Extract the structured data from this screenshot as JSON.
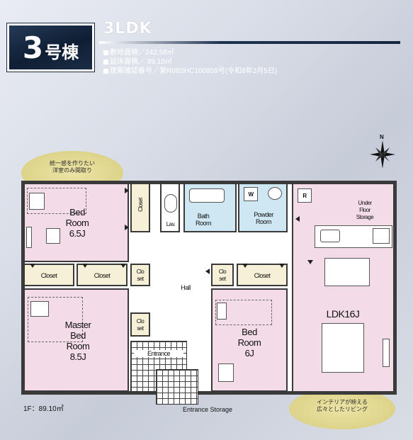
{
  "header": {
    "unit_number": "3",
    "unit_suffix": "号棟",
    "layout_type": "3LDK",
    "specs": [
      "敷地面積／242.58㎡",
      "延床面積／ 89.10㎡",
      "建築確認番号／第R08SHC100859号(令和8年3月5日)"
    ]
  },
  "compass": {
    "label": "N"
  },
  "callouts": {
    "top": [
      "統一感を作りたい",
      "洋室のみ間取り"
    ],
    "bottom": [
      "インテリアが映える",
      "広々としたリビング"
    ]
  },
  "rooms": {
    "bed1": [
      "Bed",
      "Room",
      "6.5J"
    ],
    "closet_top": "Closet",
    "lav": "Lav.",
    "bath": [
      "Bath",
      "Room"
    ],
    "powder": [
      "Powder",
      "Room"
    ],
    "w_mark": "W",
    "r_mark": "R",
    "under_floor": [
      "Under",
      "Floor",
      "Storage"
    ],
    "closet_left1": "Closet",
    "closet_left2": "Closet",
    "clo_set1": [
      "Clo",
      "set"
    ],
    "clo_set2": [
      "Clo",
      "set"
    ],
    "clo_set3": [
      "Clo",
      "set"
    ],
    "closet_right": "Closet",
    "hall": "Hall",
    "master": [
      "Master",
      "Bed",
      "Room",
      "8.5J"
    ],
    "bed2": [
      "Bed",
      "Room",
      "6J"
    ],
    "entrance": "Entrance",
    "ldk": "LDK16J"
  },
  "footer": {
    "floor_area": "1F：89.10㎡",
    "entrance_storage": "Entrance Storage"
  }
}
